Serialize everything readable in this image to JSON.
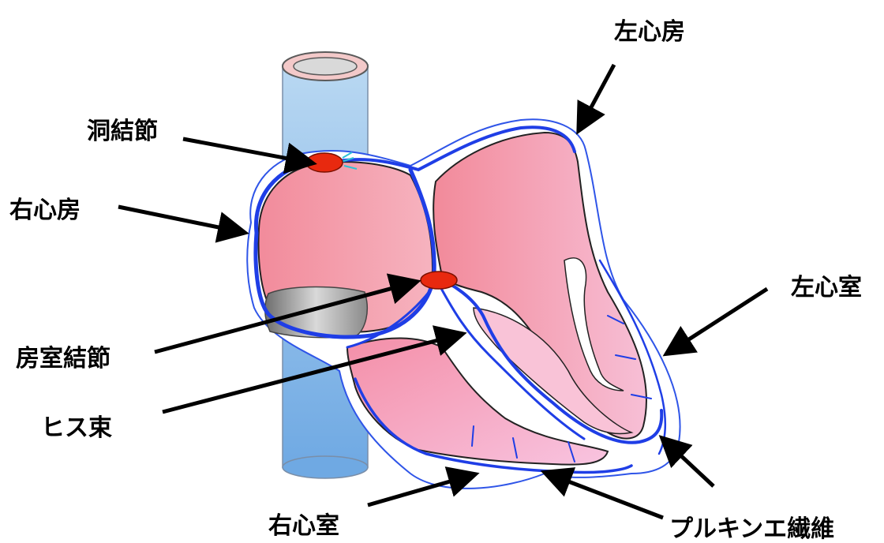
{
  "labels": {
    "left_atrium": "左心房",
    "sa_node": "洞結節",
    "right_atrium": "右心房",
    "left_ventricle": "左心室",
    "av_node": "房室結節",
    "his_bundle": "ヒス束",
    "right_ventricle": "右心室",
    "purkinje_fibers": "プルキンエ繊維"
  },
  "colors": {
    "vessel": "#8fbfea",
    "chamber": "#f4a0b4",
    "conduction": "#1f3ee6",
    "node": "#e8290f",
    "valve": "#a6a6a6",
    "arrow": "#000000"
  }
}
